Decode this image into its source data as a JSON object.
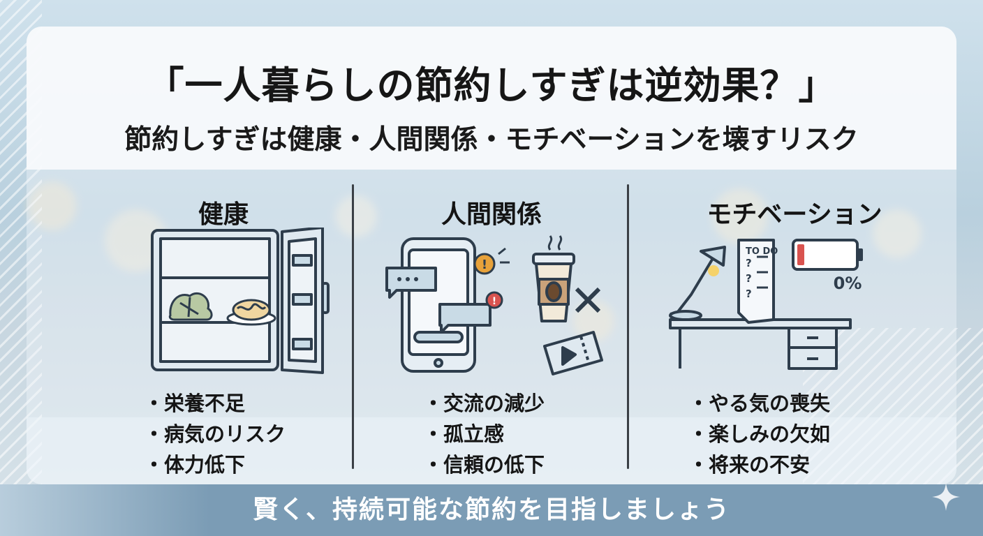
{
  "title": "「一人暮らしの節約しすぎは逆効果？」",
  "subtitle": "節約しすぎは健康・人間関係・モチベーションを壊すリスク",
  "columns": [
    {
      "heading": "健康",
      "illustration": "open-refrigerator-icon",
      "bullets": [
        "栄養不足",
        "病気のリスク",
        "体力低下"
      ]
    },
    {
      "heading": "人間関係",
      "illustration": "smartphone-chat-coffee-ticket-icon",
      "bullets": [
        "交流の減少",
        "孤立感",
        "信頼の低下"
      ]
    },
    {
      "heading": "モチベーション",
      "illustration": "desk-lamp-todo-battery-icon",
      "todo_label": "TO DO",
      "battery_label": "0%",
      "bullets": [
        "やる気の喪失",
        "楽しみの欠如",
        "将来の不安"
      ]
    }
  ],
  "footer": "賢く、持続可能な節約を目指しましょう",
  "colors": {
    "footer_band": "#7b9cb5",
    "alert_orange": "#e8a23a",
    "alert_red": "#d9534f",
    "battery_red": "#d9534f",
    "line_art": "#2e3d4c",
    "fill_light": "#c9dbe6"
  }
}
